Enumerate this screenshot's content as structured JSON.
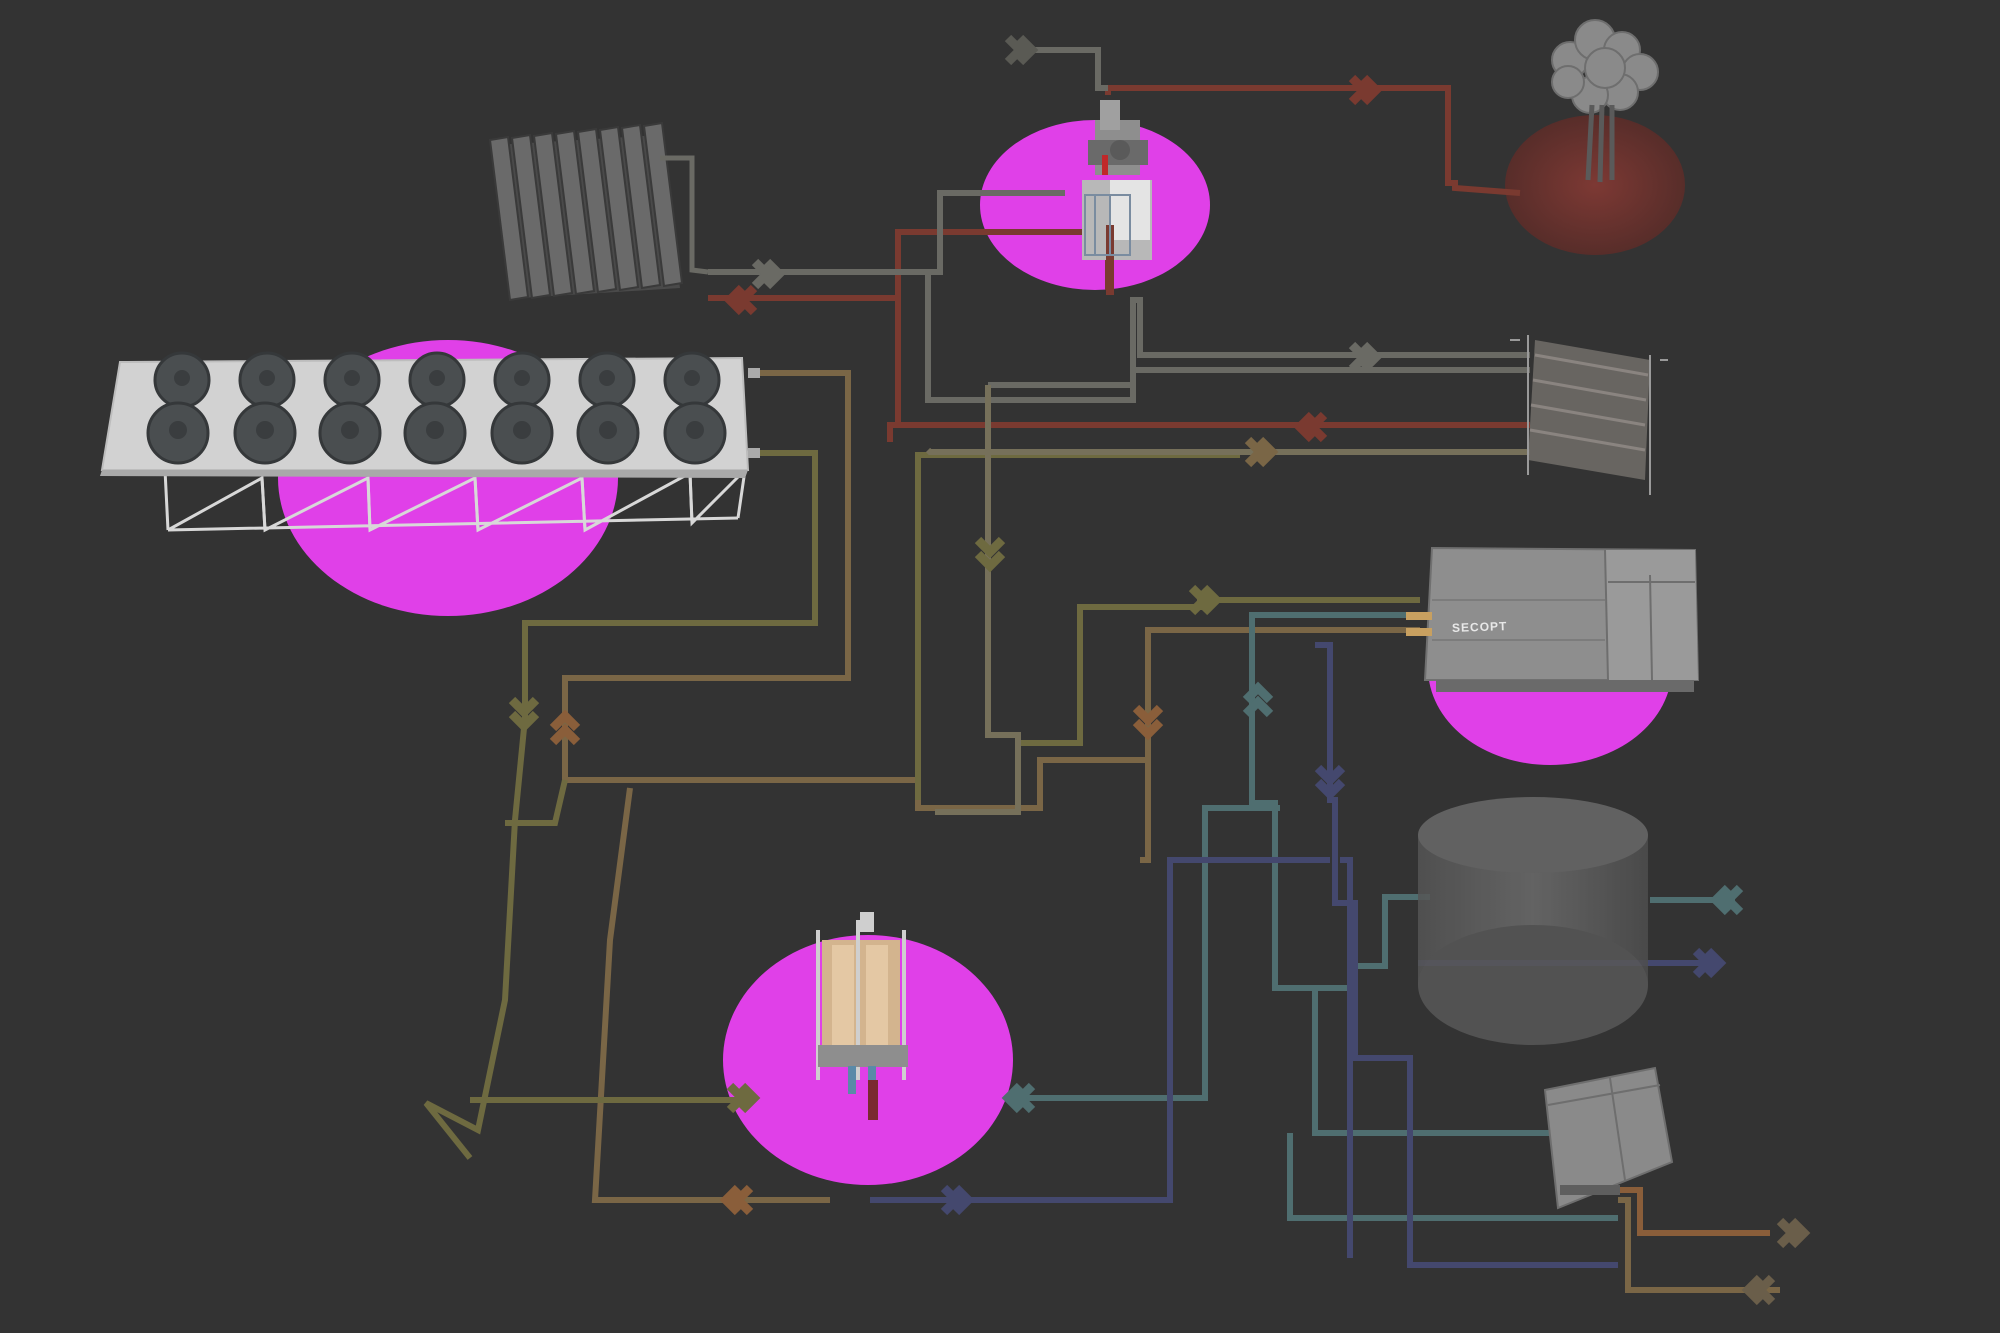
{
  "nodes": [
    {
      "name": "dry-cooler",
      "highlighted": true
    },
    {
      "name": "radiator",
      "highlighted": false
    },
    {
      "name": "steam-turbine",
      "highlighted": true
    },
    {
      "name": "steam-cloud-source",
      "highlighted": false
    },
    {
      "name": "plate-heat-exchanger",
      "highlighted": false
    },
    {
      "name": "sofc-unit",
      "highlighted": true,
      "brand": "SECOPT"
    },
    {
      "name": "fuel-cell-stack",
      "highlighted": true
    },
    {
      "name": "storage-tank",
      "highlighted": false
    },
    {
      "name": "small-cabinet",
      "highlighted": false
    }
  ],
  "colors": {
    "background": "#333333",
    "highlight": "#e040e8",
    "pipe_brown": "#7a6646",
    "pipe_olive": "#6e6a40",
    "pipe_red": "#7a3a30",
    "pipe_grey": "#6a6a64",
    "pipe_teal": "#4f6e70",
    "pipe_blue": "#44486e",
    "pipe_copper": "#8a5e3a"
  },
  "labels": {
    "sofc_brand": "SECOPT"
  }
}
